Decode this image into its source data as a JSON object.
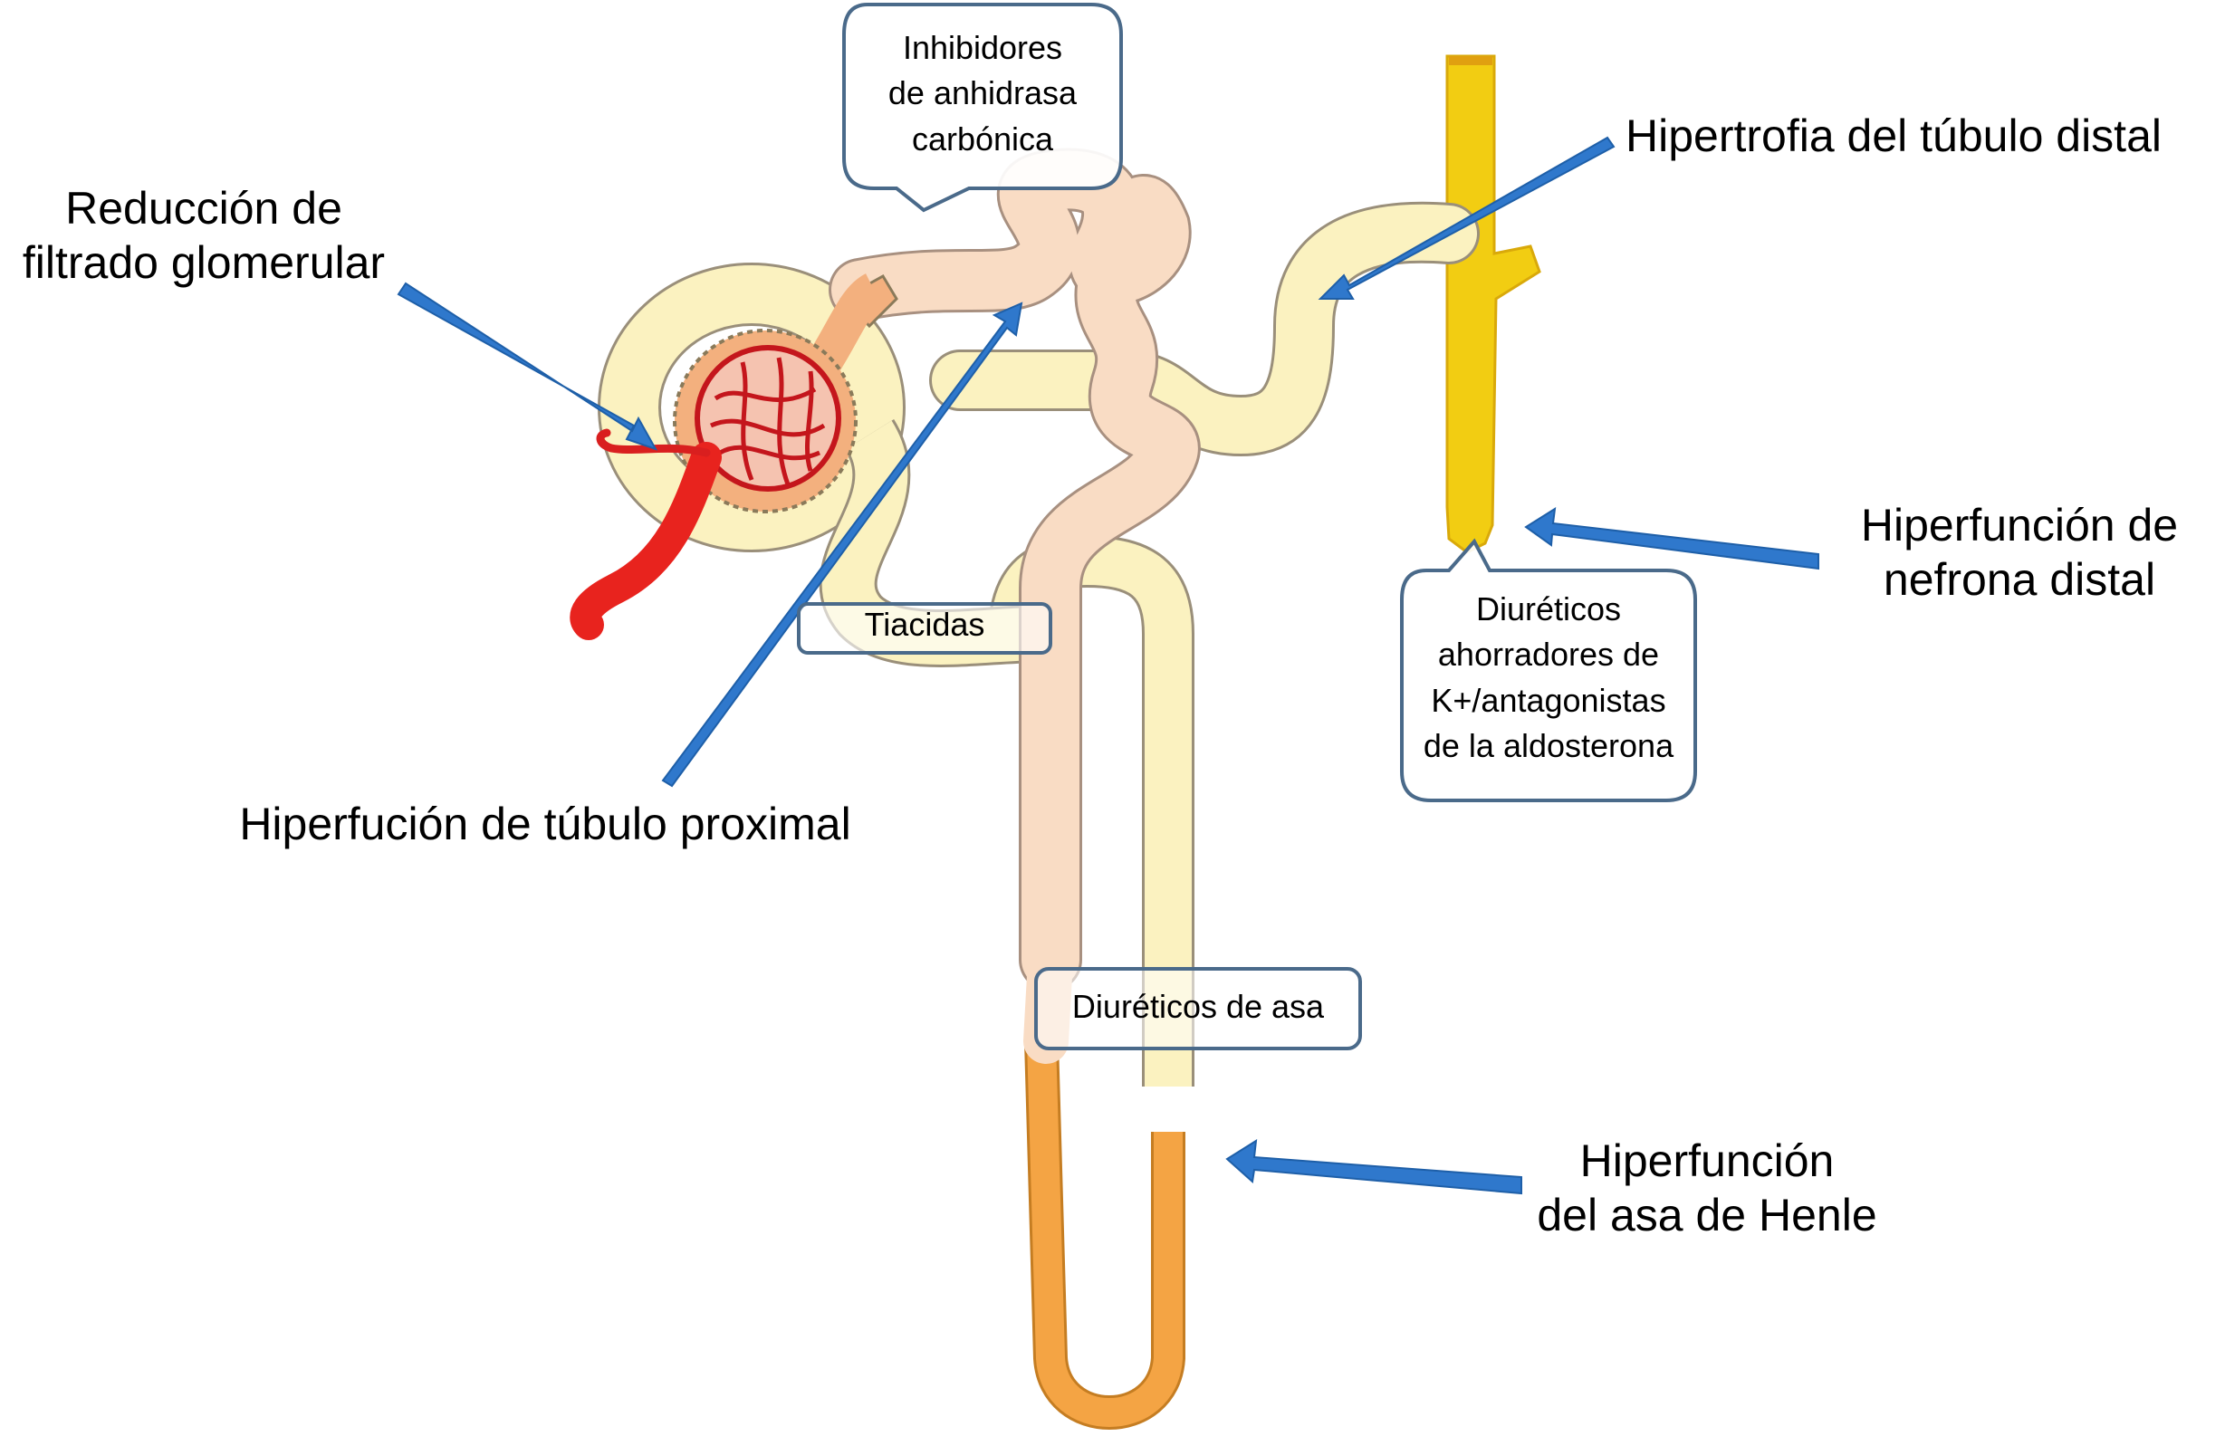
{
  "diagram": {
    "title": "Nephron adaptations and diuretic sites of action",
    "colors": {
      "arrow": "#2f78cc",
      "proximal_tubule": "#f9dcc4",
      "distal_tubule": "#fbf2c0",
      "collecting_duct": "#f2cd12",
      "loop_of_henle_thin": "#f4a444",
      "glomerulus_capillary": "#d91f1f",
      "afferent_arteriole": "#e8231e",
      "bowman_capsule": "#f3b07e",
      "callout_border": "#4a6a8a"
    },
    "annotations": {
      "gfr_reduction": [
        "Reducción de",
        "filtrado glomerular"
      ],
      "proximal_hyperfunction": "Hiperfución de túbulo proximal",
      "distal_hypertrophy": "Hipertrofia del túbulo distal",
      "distal_nephron_hyperfunction": [
        "Hiperfunción de",
        "nefrona distal"
      ],
      "henle_hyperfunction": [
        "Hiperfunción",
        "del asa de Henle"
      ]
    },
    "callouts": {
      "carbonic_anhydrase": [
        "Inhibidores",
        "de anhidrasa",
        "carbónica"
      ],
      "thiazides": "Tiacidas",
      "potassium_sparing": [
        "Diuréticos",
        "ahorradores de",
        "K+/antagonistas",
        "de la aldosterona"
      ],
      "loop_diuretics": "Diuréticos de asa"
    }
  }
}
